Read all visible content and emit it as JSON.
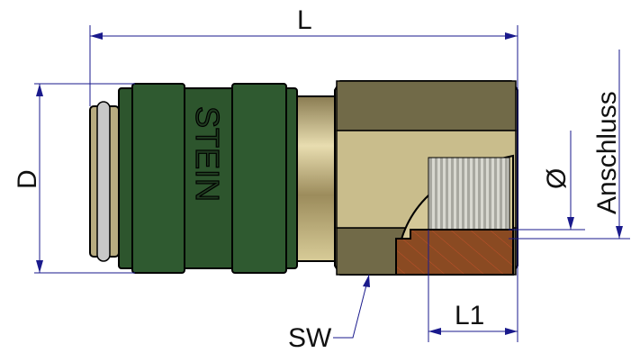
{
  "labels": {
    "length": "L",
    "diameter": "D",
    "bore": "Ø",
    "connection": "Anschluss",
    "wrench_size": "SW",
    "thread_length": "L1"
  },
  "logo_text": "STEIN",
  "colors": {
    "sleeve": "#2f5a2f",
    "brass": "#b8a878",
    "section": "#8a4a22",
    "dimension": "#1a1a8c"
  }
}
